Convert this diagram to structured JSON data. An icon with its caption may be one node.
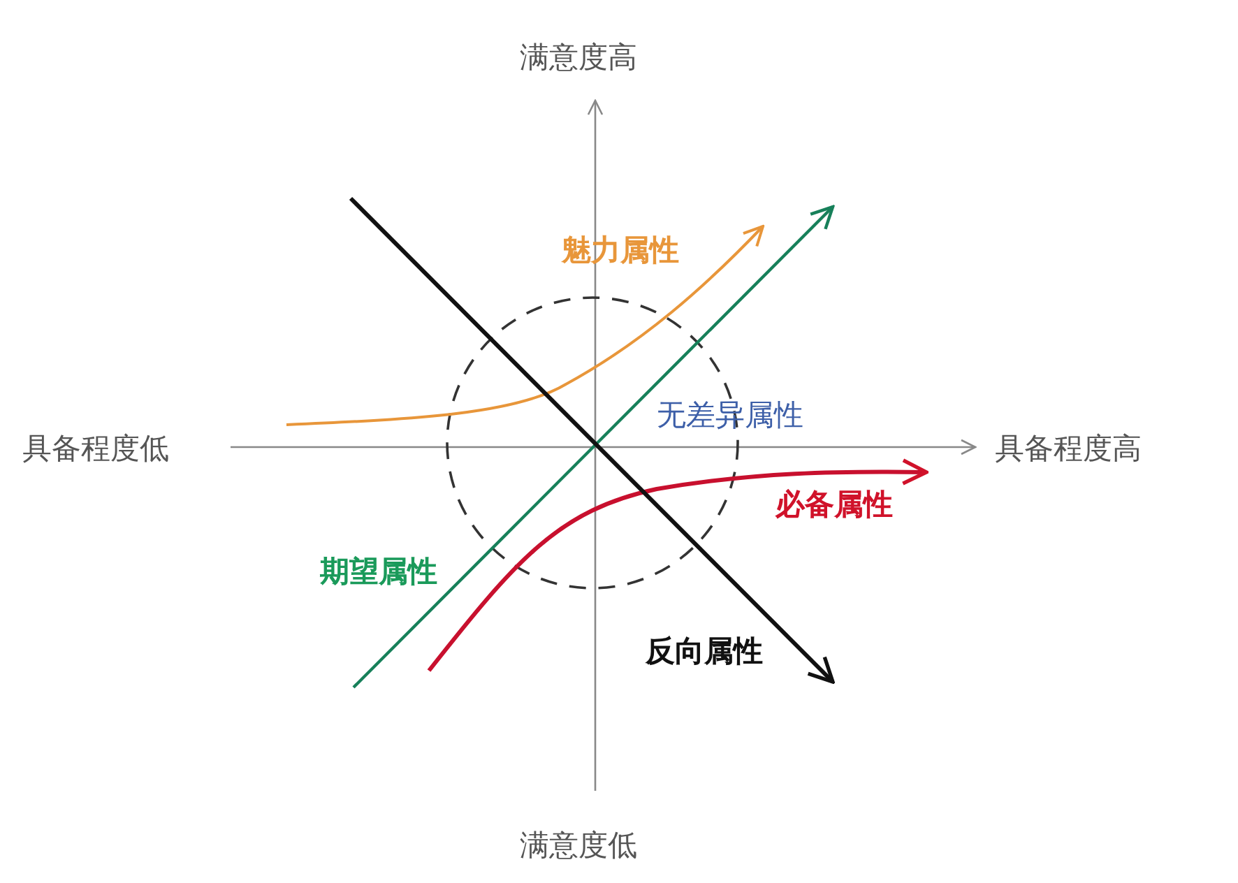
{
  "diagram": {
    "nodes": [
      {
        "text": [],
        "shape": "circle"
      }
    ],
    "labels": [
      "满意度高",
      "魅力属性",
      "具备程度低",
      "无差异属性",
      "具备程度高",
      "必备属性",
      "期望属性",
      "反向属性",
      "满意度低"
    ]
  }
}
